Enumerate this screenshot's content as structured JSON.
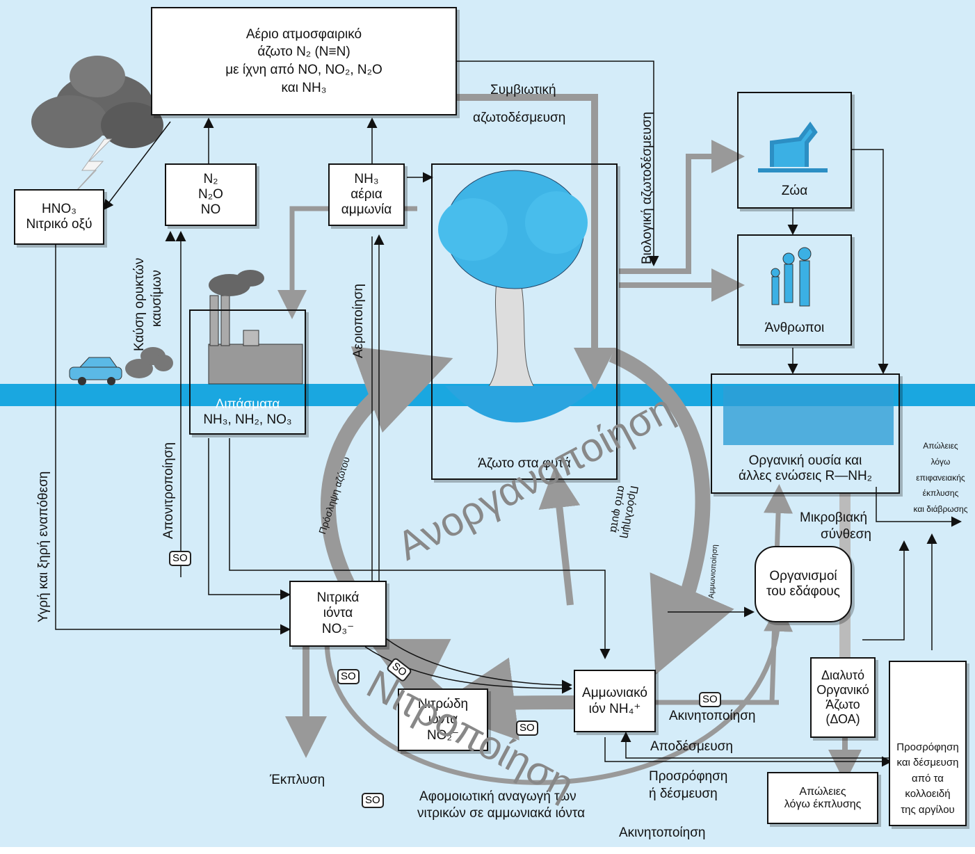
{
  "atmosphere": {
    "l1": "Αέριο ατμοσφαιρικό",
    "l2": "άζωτο N₂ (N≡N)",
    "l3": "με ίχνη από NO, NO₂, N₂O",
    "l4": "και NH₃"
  },
  "hno3": {
    "l1": "HNO₃",
    "l2": "Νιτρικό οξύ"
  },
  "n_gases": {
    "l1": "N₂",
    "l2": "N₂O",
    "l3": "NO"
  },
  "ammonia": {
    "l1": "NH₃",
    "l2": "αέρια",
    "l3": "αμμωνία"
  },
  "fertilizer": {
    "l1": "Λιπάσματα",
    "l2": "NH₃, NH₂, NO₃"
  },
  "plants": {
    "label": "Άζωτο στα φυτά"
  },
  "animals": {
    "label": "Ζώα"
  },
  "humans": {
    "label": "Άνθρωποι"
  },
  "organic": {
    "l1": "Οργανική ουσία και",
    "l2": "άλλες ενώσεις R—NH₂"
  },
  "soil_org": {
    "l1": "Οργανισμοί",
    "l2": "του εδάφους"
  },
  "nitrate": {
    "l1": "Νιτρικά",
    "l2": "ιόντα",
    "l3": "NO₃⁻"
  },
  "nitrite": {
    "l1": "Νιτρώδη",
    "l2": "ιόντα",
    "l3": "NO₂⁻"
  },
  "ammonium": {
    "l1": "Αμμωνιακό",
    "l2": "ιόν NH₄⁺"
  },
  "don": {
    "l1": "Διαλυτό",
    "l2": "Οργανικό",
    "l3": "Άζωτο",
    "l4": "(ΔΟΑ)"
  },
  "clay": {
    "l1": "Προσρόφηση",
    "l2": "και δέσμευση",
    "l3": "από τα",
    "l4": "κολλοειδή",
    "l5": "της αργίλου"
  },
  "leach_loss": {
    "l1": "Απώλειες",
    "l2": "λόγω έκπλυσης"
  },
  "labels": {
    "symbiotic1": "Συμβιωτική",
    "symbiotic2": "αζωτοδέσμευση",
    "biological": "Βιολογική αζωτοδέσμευση",
    "combustion1": "Καύση ορυκτών",
    "combustion2": "καυσίμων",
    "volatilization": "Αεριοποίηση",
    "denitrification": "Απονιτροποίηση",
    "deposition": "Υγρή και ξηρή εναπόθεση",
    "uptake": "Πρόσληψη αζώτου",
    "plant_uptake1": "Πρόσληψη",
    "plant_uptake2": "από φυτά",
    "ammonification": "Αμμωνιοποίηση",
    "microbial1": "Μικροβιακή",
    "microbial2": "σύνθεση",
    "surface_loss1": "Απώλειες",
    "surface_loss2": "λόγω",
    "surface_loss3": "επιφανειακής",
    "surface_loss4": "έκπλυσης",
    "surface_loss5": "και διάβρωσης",
    "immob1": "Ακινητοποίηση",
    "release": "Αποδέσμευση",
    "adsorb1": "Προσρόφηση",
    "adsorb2": "ή δέσμευση",
    "assim1": "Αφομοιωτική αναγωγή των",
    "assim2": "νιτρικών σε αμμωνιακά ιόντα",
    "immob2": "Ακινητοποίηση",
    "leaching": "Έκπλυση",
    "mineralization": "Ανοργανοποίηση",
    "nitrification": "Νιτροποίηση",
    "so": "SO"
  }
}
